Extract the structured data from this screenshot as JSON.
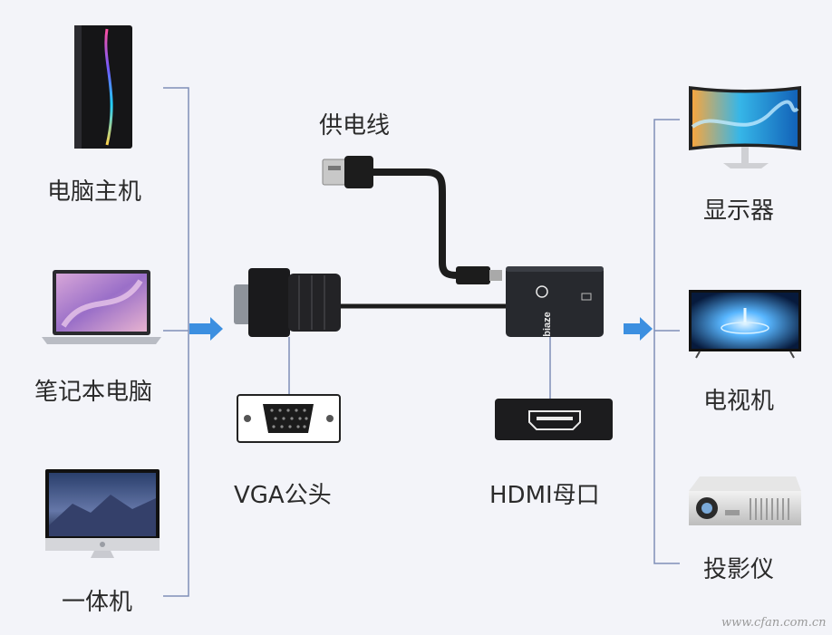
{
  "sources": [
    {
      "id": "desktop",
      "label": "电脑主机",
      "icon": "desktop-tower-icon"
    },
    {
      "id": "laptop",
      "label": "笔记本电脑",
      "icon": "laptop-icon"
    },
    {
      "id": "aio",
      "label": "一体机",
      "icon": "all-in-one-pc-icon"
    }
  ],
  "adapter": {
    "power_cable_label": "供电线",
    "vga_label": "VGA公头",
    "hdmi_label": "HDMI母口",
    "brand": "biaze"
  },
  "outputs": [
    {
      "id": "monitor",
      "label": "显示器",
      "icon": "curved-monitor-icon"
    },
    {
      "id": "tv",
      "label": "电视机",
      "icon": "tv-icon"
    },
    {
      "id": "projector",
      "label": "投影仪",
      "icon": "projector-icon"
    }
  ],
  "watermark": "www.cfan.com.cn",
  "colors": {
    "background": "#f3f4f9",
    "connector_line": "#7f8fb8",
    "arrow": "#3c8fe0",
    "cable": "#1c1c1c"
  }
}
